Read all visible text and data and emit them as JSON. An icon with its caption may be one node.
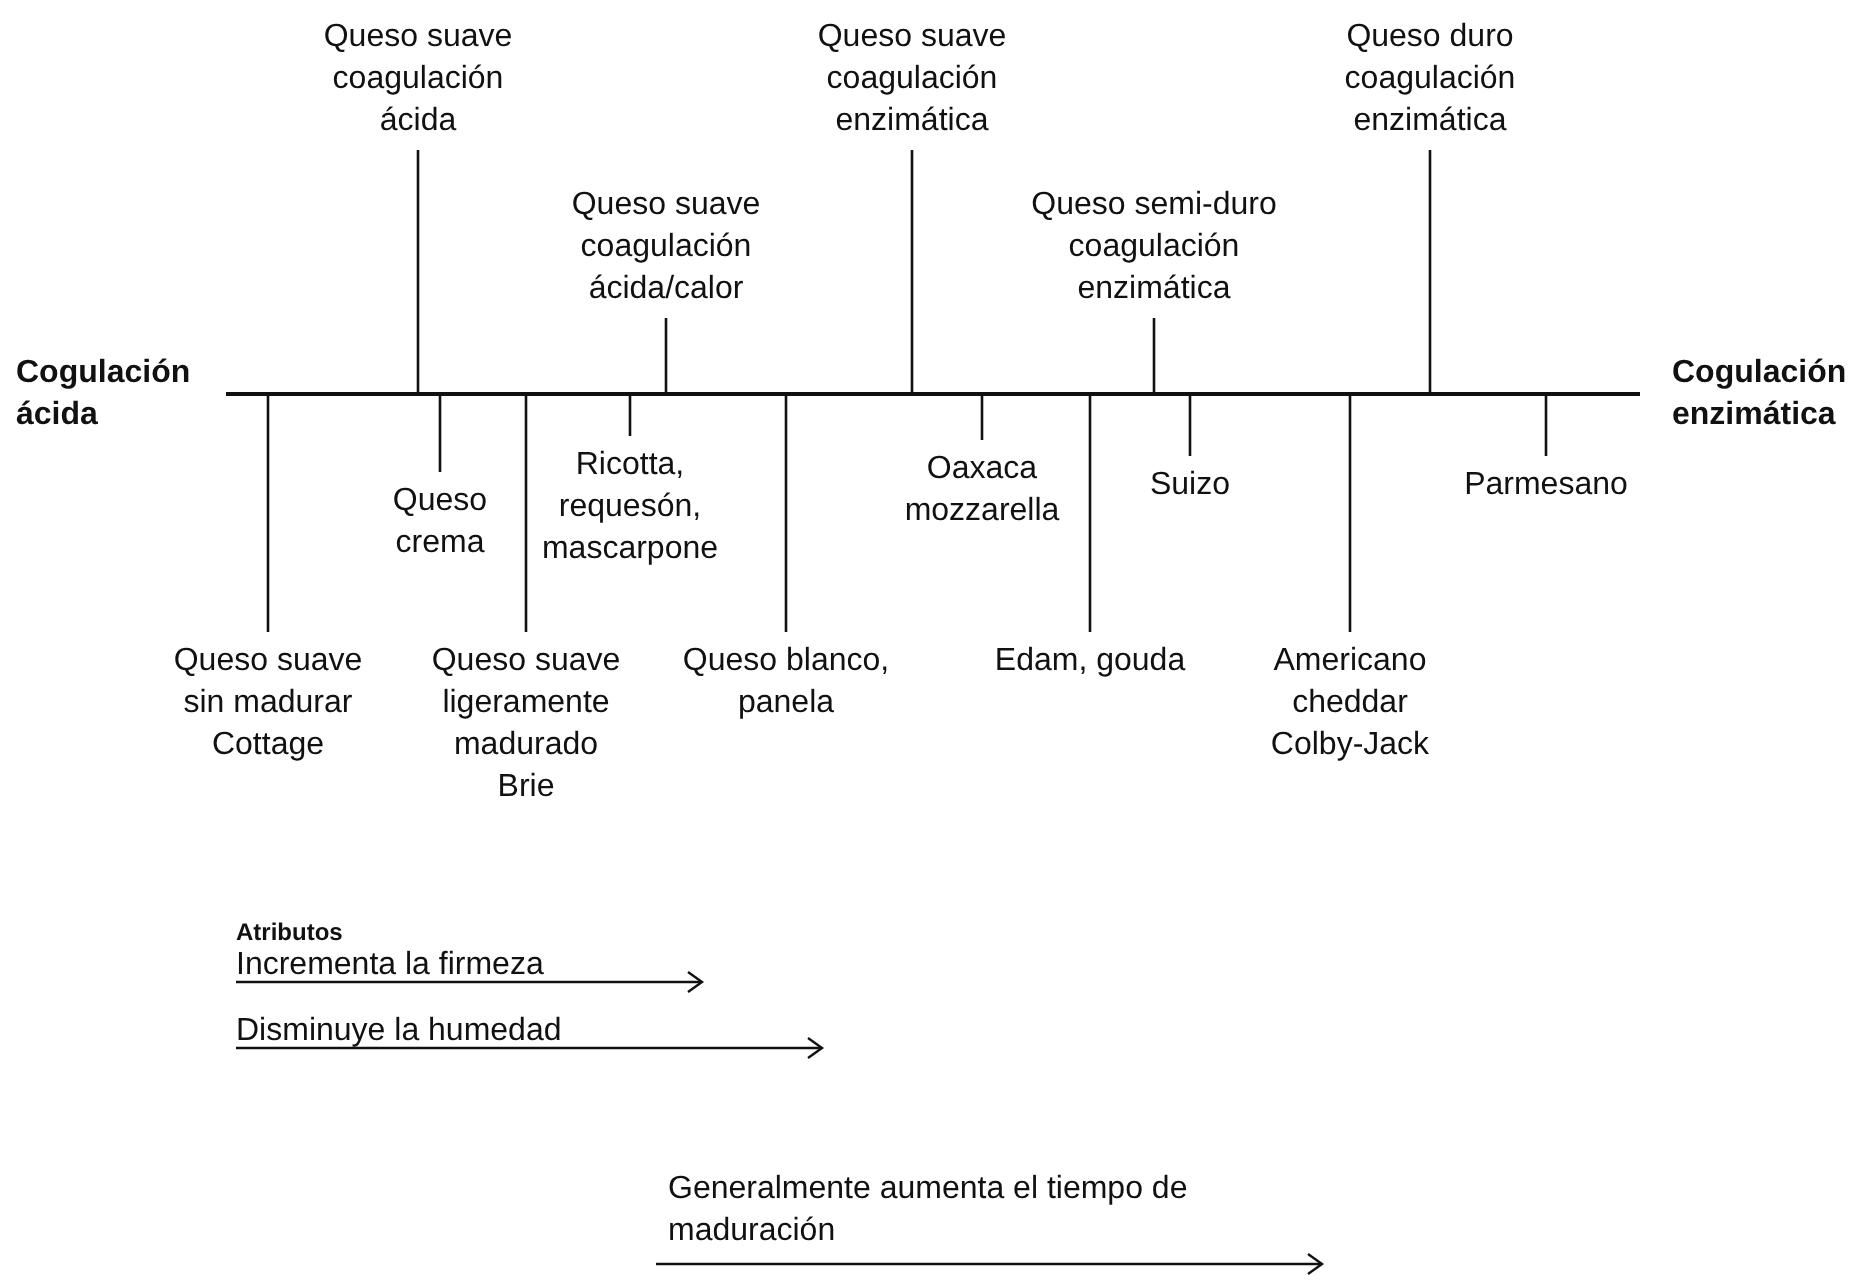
{
  "diagram": {
    "nodes": [
      {
        "text": [],
        "shape": "line"
      },
      {
        "text": [
          "Queso suave coagulación ácida"
        ]
      },
      {
        "text": [
          "Queso suave coagulación ácida/calor"
        ]
      },
      {
        "text": [
          "Queso suave coagulación enzimática"
        ]
      },
      {
        "text": [
          "Queso semi-duro coagulación enzimática"
        ]
      },
      {
        "text": [
          "Queso duro coagulación enzimática"
        ]
      },
      {
        "text": [
          "Queso crema"
        ]
      },
      {
        "text": [
          "Ricotta, requesón, mascarpone"
        ]
      },
      {
        "text": [
          "Oaxaca mozzarella"
        ]
      },
      {
        "text": [
          "Suizo"
        ]
      },
      {
        "text": [
          "Parmesano"
        ]
      },
      {
        "text": [
          "Queso suave sin madurar Cottage"
        ]
      },
      {
        "text": [
          "Queso suave ligeramente madurado Brie"
        ]
      },
      {
        "text": [
          "Queso blanco, panela"
        ]
      },
      {
        "text": [
          "Edam, gouda"
        ]
      },
      {
        "text": [
          "Americano cheddar Colby-Jack"
        ]
      }
    ],
    "edges": [
      {
        "from": 1,
        "to": 0,
        "arrow": "none"
      },
      {
        "from": 2,
        "to": 0,
        "arrow": "none"
      },
      {
        "from": 3,
        "to": 0,
        "arrow": "none"
      },
      {
        "from": 4,
        "to": 0,
        "arrow": "none"
      },
      {
        "from": 5,
        "to": 0,
        "arrow": "none"
      },
      {
        "from": 6,
        "to": 0,
        "arrow": "none"
      },
      {
        "from": 7,
        "to": 0,
        "arrow": "none"
      },
      {
        "from": 8,
        "to": 0,
        "arrow": "none"
      },
      {
        "from": 9,
        "to": 0,
        "arrow": "none"
      },
      {
        "from": 10,
        "to": 0,
        "arrow": "none"
      },
      {
        "from": 11,
        "to": 0,
        "arrow": "none"
      },
      {
        "from": 12,
        "to": 0,
        "arrow": "none"
      },
      {
        "from": 13,
        "to": 0,
        "arrow": "none"
      },
      {
        "from": 14,
        "to": 0,
        "arrow": "none"
      },
      {
        "from": 15,
        "to": 0,
        "arrow": "none"
      }
    ],
    "labels": [
      "Cogulación ácida",
      "Cogulación enzimática",
      "Atributos",
      "Incrementa la firmeza",
      "Disminuye la humedad",
      "Generalmente aumenta el tiempo de maduración"
    ]
  }
}
